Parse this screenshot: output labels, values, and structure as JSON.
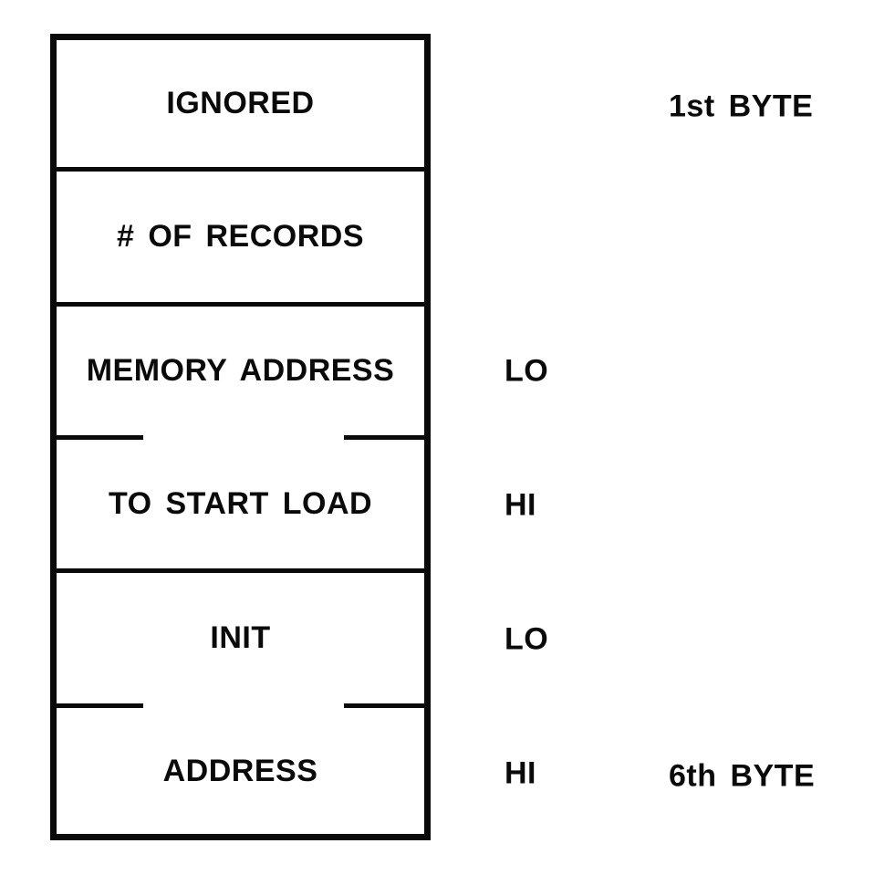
{
  "diagram": {
    "description": "Six-byte record header layout",
    "colors": {
      "ink": "#0a0a0a",
      "background": "#ffffff"
    },
    "rows": [
      {
        "label": "IGNORED",
        "side": "",
        "byte": "1st BYTE"
      },
      {
        "label": "# OF RECORDS",
        "side": "",
        "byte": ""
      },
      {
        "label": "MEMORY ADDRESS",
        "side": "LO",
        "byte": ""
      },
      {
        "label": "TO START LOAD",
        "side": "HI",
        "byte": ""
      },
      {
        "label": "INIT",
        "side": "LO",
        "byte": ""
      },
      {
        "label": "ADDRESS",
        "side": "HI",
        "byte": "6th BYTE"
      }
    ]
  }
}
